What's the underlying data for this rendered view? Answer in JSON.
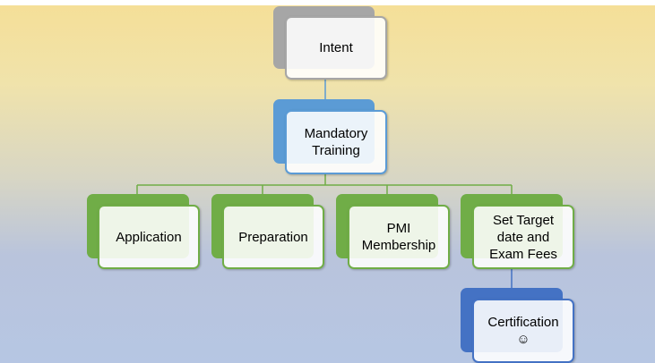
{
  "diagram": {
    "nodes": [
      {
        "id": "intent",
        "label": "Intent",
        "accent": "#a6a6a6",
        "border": "#a6a6a6"
      },
      {
        "id": "mandatory",
        "label": "Mandatory\nTraining",
        "accent": "#5b9bd5",
        "border": "#5b9bd5"
      },
      {
        "id": "application",
        "label": "Application",
        "accent": "#70ad47",
        "border": "#70ad47"
      },
      {
        "id": "preparation",
        "label": "Preparation",
        "accent": "#70ad47",
        "border": "#70ad47"
      },
      {
        "id": "pmi",
        "label": "PMI\nMembership",
        "accent": "#70ad47",
        "border": "#70ad47"
      },
      {
        "id": "target",
        "label": "Set Target\ndate and\nExam Fees",
        "accent": "#70ad47",
        "border": "#70ad47"
      },
      {
        "id": "certification",
        "label": "Certification\n☺",
        "accent": "#4472c4",
        "border": "#4472c4"
      }
    ],
    "edges": [
      {
        "from": "intent",
        "to": "mandatory"
      },
      {
        "from": "mandatory",
        "to": "application"
      },
      {
        "from": "mandatory",
        "to": "preparation"
      },
      {
        "from": "mandatory",
        "to": "pmi"
      },
      {
        "from": "mandatory",
        "to": "target"
      },
      {
        "from": "target",
        "to": "certification"
      }
    ],
    "colors": {
      "connector_top": "#5b9bd5",
      "connector_mid": "#70ad47",
      "connector_bottom": "#4472c4"
    }
  }
}
